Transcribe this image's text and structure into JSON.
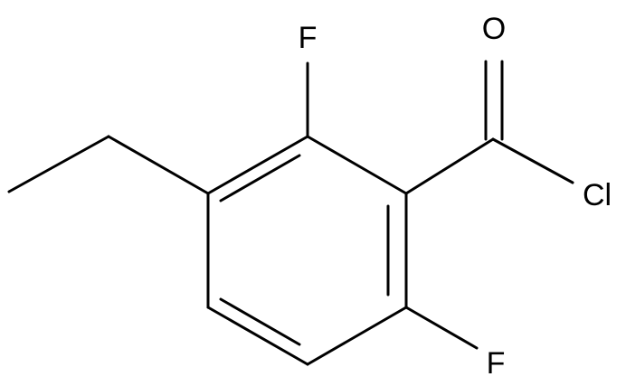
{
  "structure": {
    "atoms": {
      "fluorine_top": "F",
      "oxygen": "O",
      "chlorine": "Cl",
      "fluorine_bottom": "F"
    },
    "line_color": "#000000",
    "background_color": "#ffffff"
  }
}
